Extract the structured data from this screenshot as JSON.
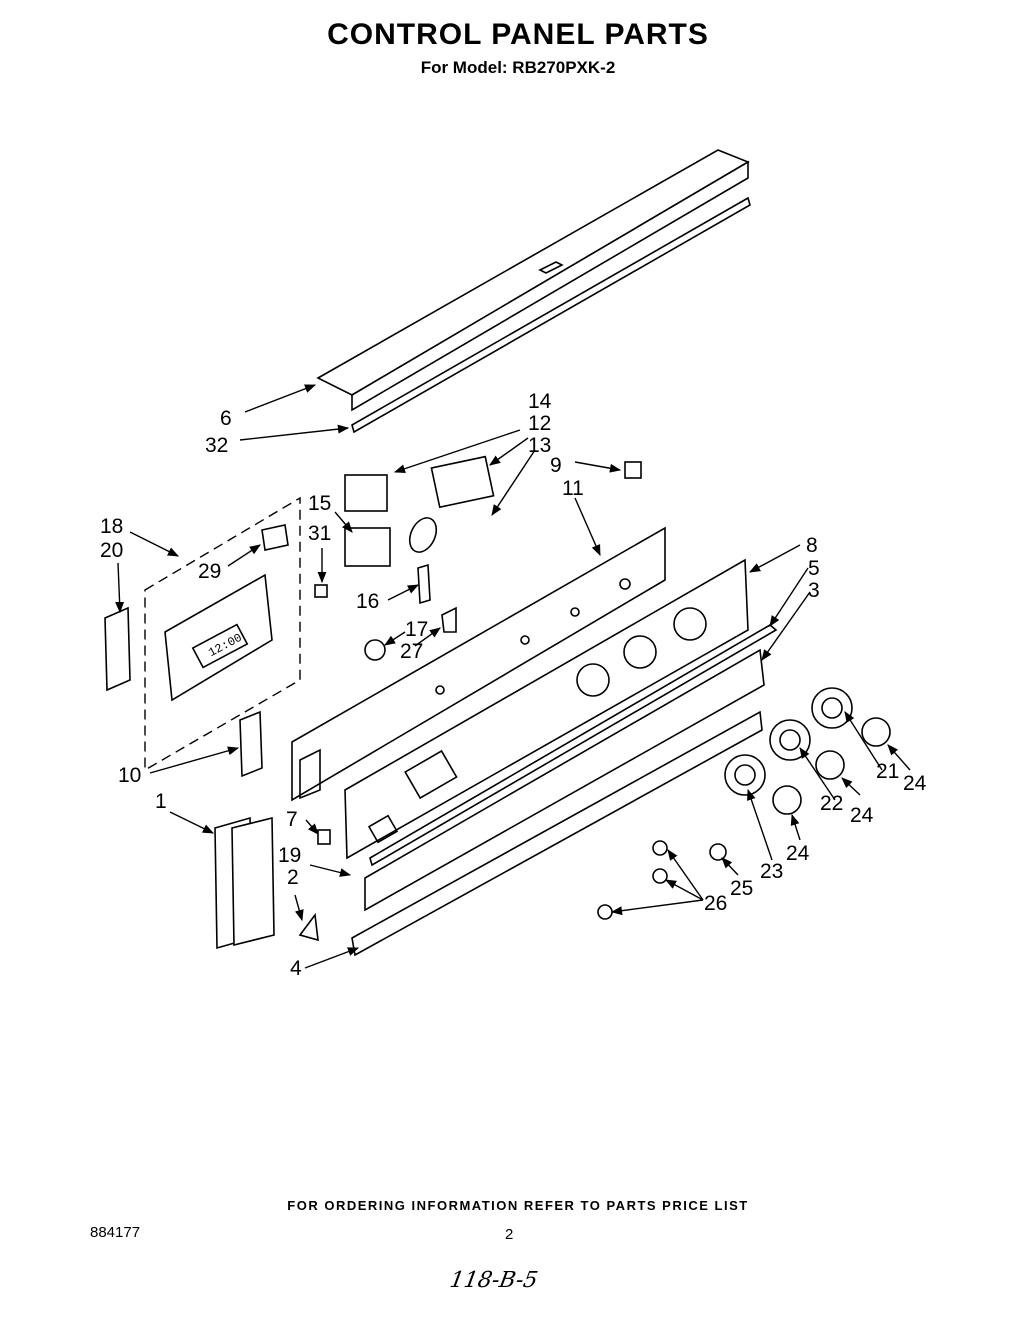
{
  "header": {
    "title": "CONTROL PANEL PARTS",
    "subtitle": "For Model: RB270PXK-2"
  },
  "footer": {
    "ordering_note": "FOR ORDERING INFORMATION REFER TO PARTS PRICE LIST",
    "document_number": "884177",
    "page_number": "2",
    "handwritten_note": "118-B-5"
  },
  "diagram": {
    "callouts": {
      "c1": "1",
      "c2": "2",
      "c3": "3",
      "c4": "4",
      "c5": "5",
      "c6": "6",
      "c7": "7",
      "c8": "8",
      "c9": "9",
      "c10": "10",
      "c11": "11",
      "c12": "12",
      "c13": "13",
      "c14": "14",
      "c15": "15",
      "c16": "16",
      "c17": "17",
      "c18": "18",
      "c19": "19",
      "c20": "20",
      "c21": "21",
      "c22": "22",
      "c23": "23",
      "c24a": "24",
      "c24b": "24",
      "c24c": "24",
      "c25": "25",
      "c26": "26",
      "c27": "27",
      "c29": "29",
      "c31": "31",
      "c32": "32"
    },
    "clock_display": "12:00"
  }
}
